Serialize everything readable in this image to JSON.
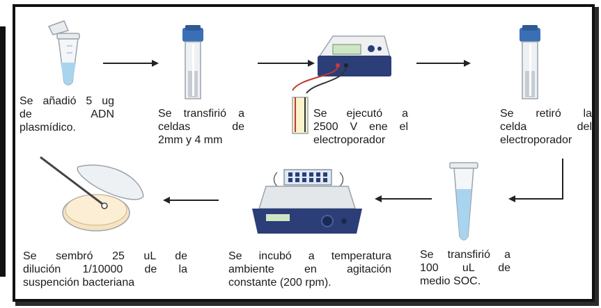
{
  "steps": [
    {
      "lines": [
        "Se añadió 5 ug",
        "de       ADN",
        "plasmídico."
      ]
    },
    {
      "lines": [
        "Se transfirió a",
        "celdas       de",
        "2mm y 4 mm"
      ]
    },
    {
      "lines": [
        "Se ejecutó a",
        "2500 V ene el",
        "electroporador"
      ]
    },
    {
      "lines": [
        "Se    retiró    la",
        "celda        del",
        "electroporador"
      ]
    },
    {
      "lines": [
        "Se transfirió a",
        "100    uL    de",
        "medio SOC."
      ]
    },
    {
      "lines": [
        "Se incubó a temperatura",
        "ambiente   en   agitación",
        "constante (200 rpm)."
      ]
    },
    {
      "lines": [
        "Se sembró 25 uL de",
        "dilución 1/10000 de la",
        "suspención bacteriana"
      ]
    }
  ],
  "device": {
    "screen_color": "#cfe6c4",
    "body_color": "#f2f2f2",
    "base_color": "#2c3e78"
  },
  "colors": {
    "liquid": "#a9d4ef",
    "tube_top": "#3b6fb5",
    "agar": "#f6e3bf"
  }
}
